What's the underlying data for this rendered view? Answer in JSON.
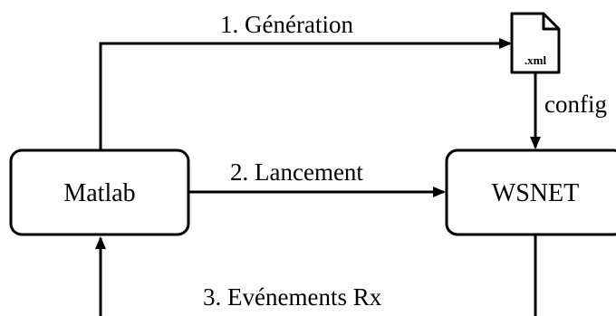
{
  "nodes": {
    "matlab": "Matlab",
    "wsnet": "WSNET",
    "xml_file": ".xml"
  },
  "edges": {
    "generation": "1. Génération",
    "config": "config",
    "lancement": "2. Lancement",
    "evenements": "3. Evénements Rx"
  },
  "colors": {
    "stroke": "#000000",
    "background": "#ffffff"
  }
}
